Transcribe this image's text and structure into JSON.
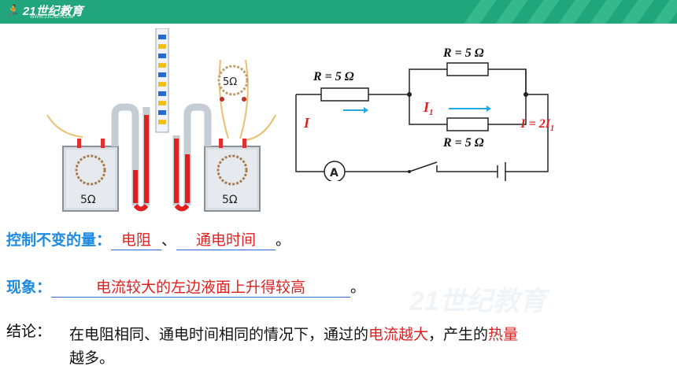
{
  "header": {
    "logo_text": "21世纪教育",
    "logo_sub": "WWW.21CNJY.COM",
    "color": "#20a67a"
  },
  "apparatus": {
    "left_resistor": "5Ω",
    "right_resistor": "5Ω",
    "top_resistor": "5Ω"
  },
  "circuit": {
    "r_series": "R = 5 Ω",
    "r_top": "R = 5 Ω",
    "r_bottom": "R = 5 Ω",
    "current_main": "I",
    "current_branch": "I",
    "current_branch_sub": "1",
    "current_relation": "I = 2I",
    "current_relation_sub": "1",
    "ammeter": "A"
  },
  "controls": {
    "label": "控制不变的量：",
    "blank1": "电阻",
    "sep": "、",
    "blank2": "通电时间",
    "end": "。"
  },
  "phenomenon": {
    "label": "现象：",
    "blank": "电流较大的左边液面上升得较高",
    "end": "。"
  },
  "conclusion": {
    "label": "结论：",
    "t1": "在电阻相同、通电时间相同的情况下，通过的",
    "h1": "电流越大",
    "t2": "，产生的",
    "h2": "热量",
    "t3": "越多。"
  },
  "watermark": "21世纪教育",
  "colors": {
    "label_blue": "#1e8ae0",
    "answer_red": "#e02020",
    "arrow_blue": "#29a8e0"
  }
}
